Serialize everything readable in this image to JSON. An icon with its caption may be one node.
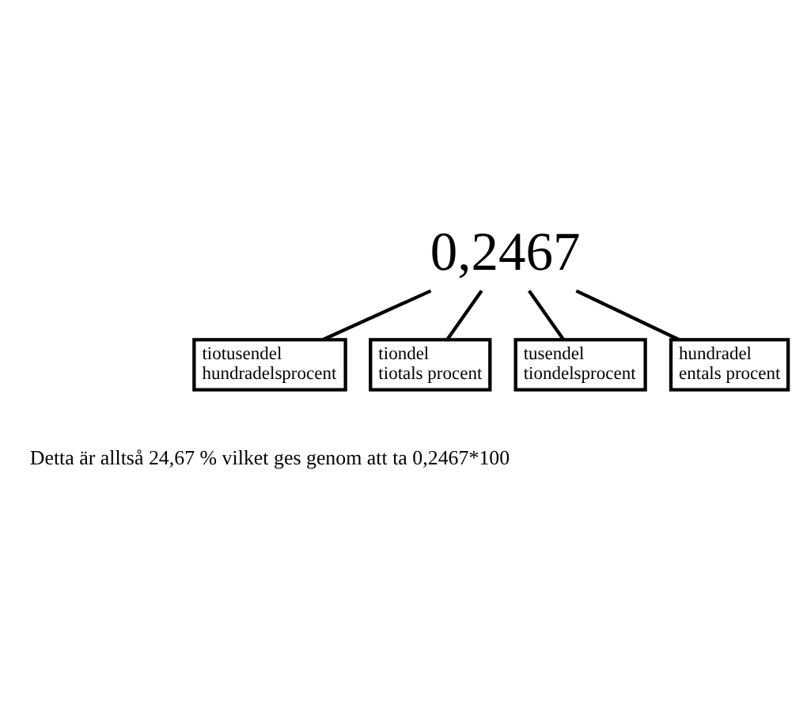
{
  "diagram": {
    "nodes": [
      {
        "text": [
          "0,2467"
        ]
      },
      {
        "text": [
          "tiotusendel",
          "hundradelsprocent"
        ]
      },
      {
        "text": [
          "tiondel",
          "tiotals procent"
        ]
      },
      {
        "text": [
          "tusendel",
          "tiondelsprocent"
        ]
      },
      {
        "text": [
          "hundradel",
          "entals procent"
        ]
      }
    ],
    "edges": [
      {
        "from": 2,
        "to": 0,
        "arrow": "none"
      },
      {
        "from": 4,
        "to": 0,
        "arrow": "none"
      },
      {
        "from": 3,
        "to": 0,
        "arrow": "none"
      },
      {
        "from": 1,
        "to": 0,
        "arrow": "none"
      }
    ],
    "labels": [
      "Detta är alltså 24,67 % vilket ges genom att ta 0,2467*100"
    ]
  }
}
